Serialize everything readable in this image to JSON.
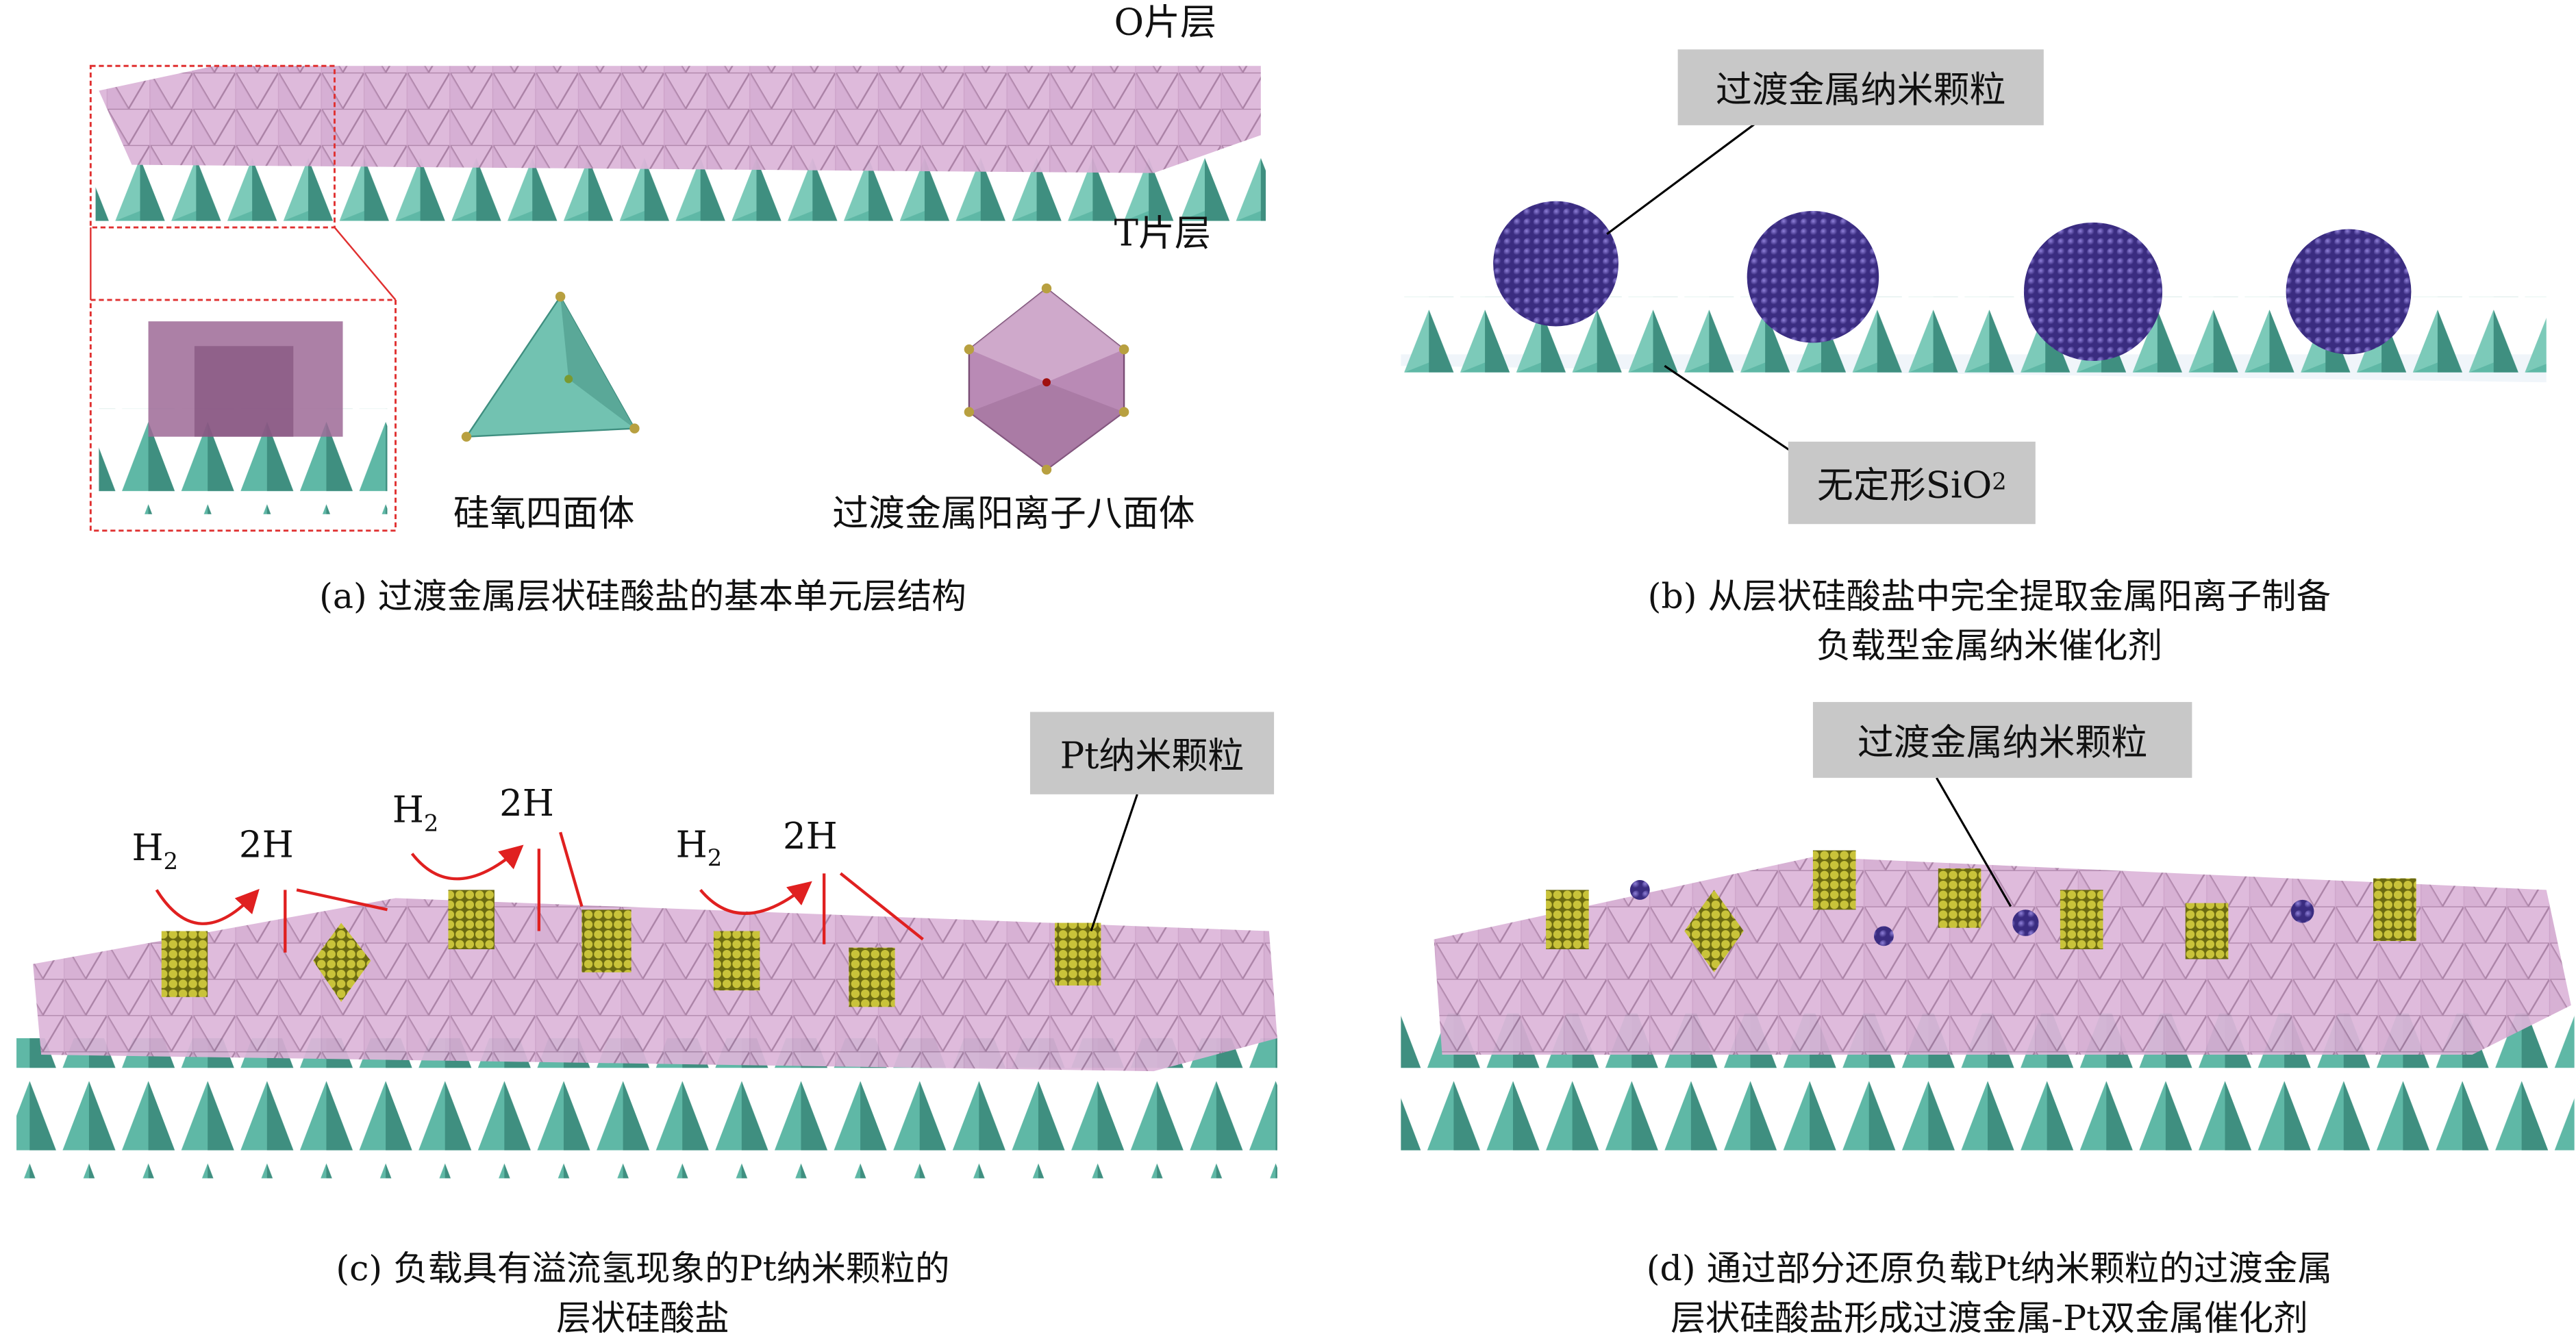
{
  "panel_a": {
    "o_layer_label": "O片层",
    "t_layer_label": "T片层",
    "tetrahedron_label": "硅氧四面体",
    "octahedron_label": "过渡金属阳离子八面体",
    "caption": "(a) 过渡金属层状硅酸盐的基本单元层结构"
  },
  "panel_b": {
    "nanoparticle_label": "过渡金属纳米颗粒",
    "support_label": "无定形SiO",
    "support_label_sub": "2",
    "caption_line1": "(b) 从层状硅酸盐中完全提取金属阳离子制备",
    "caption_line2": "负载型金属纳米催化剂"
  },
  "panel_c": {
    "pt_label": "Pt纳米颗粒",
    "h2_label": "H",
    "h2_sub": "2",
    "h_label": "2H",
    "caption_line1": "(c) 负载具有溢流氢现象的Pt纳米颗粒的",
    "caption_line2": "层状硅酸盐"
  },
  "panel_d": {
    "nanoparticle_label": "过渡金属纳米颗粒",
    "caption_line1": "(d) 通过部分还原负载Pt纳米颗粒的过渡金属",
    "caption_line2": "层状硅酸盐形成过渡金属-Pt双金属催化剂"
  },
  "colors": {
    "octahedra": "#d9b3d6",
    "tetrahedra": "#5fb8a6",
    "nanoparticle": "#5a4aa8",
    "pt": "#b5b030",
    "arrow": "#e02020",
    "label_box": "#c8c8c8"
  }
}
